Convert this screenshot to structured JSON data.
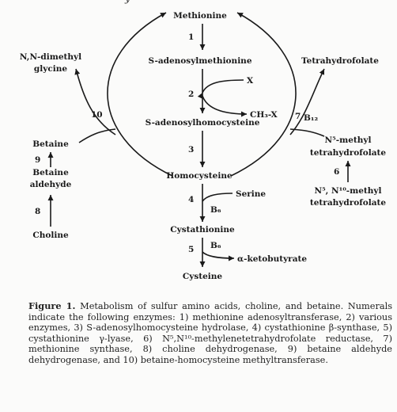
{
  "top_fragment": "y",
  "nodes": {
    "methionine": "Methionine",
    "sam": "S-adenosylmethionine",
    "sah": "S-adenosylhomocysteine",
    "homocysteine": "Homocysteine",
    "cystathionine": "Cystathionine",
    "cysteine": "Cysteine",
    "x": "X",
    "ch3x": "CH₃-X",
    "serine": "Serine",
    "ketobutyrate": "α-ketobutyrate",
    "dmg_line1": "N,N-dimethyl",
    "dmg_line2": "glycine",
    "betaine": "Betaine",
    "betald_line1": "Betaine",
    "betald_line2": "aldehyde",
    "choline": "Choline",
    "thf": "Tetrahydrofolate",
    "mthf_line1": "N⁵-methyl",
    "mthf_line2": "tetrahydrofolate",
    "mlthf_line1": "N⁵, N¹⁰-methyl",
    "mlthf_line2": "tetrahydrofolate"
  },
  "cofactors": {
    "b6_a": "B₆",
    "b6_b": "B₆",
    "b12": "B₁₂"
  },
  "enzyme_numbers": {
    "n1": "1",
    "n2": "2",
    "n3": "3",
    "n4": "4",
    "n5": "5",
    "n6": "6",
    "n7": "7",
    "n8": "8",
    "n9": "9",
    "n10": "10"
  },
  "caption": {
    "label": "Figure 1.",
    "text": "Metabolism of sulfur amino acids, choline, and betaine. Numerals indicate the following enzymes: 1) methionine adenosyltransferase, 2) various enzymes, 3) S-adenosylhomocysteine hydrolase, 4) cystathionine β-synthase, 5) cystathionine γ-lyase, 6) N⁵,N¹⁰-methylenetetrahydrofolate reductase, 7) methionine synthase, 8) choline dehydrogenase, 9) betaine aldehyde dehydrogenase, and 10) betaine-homocysteine methyltransferase."
  }
}
